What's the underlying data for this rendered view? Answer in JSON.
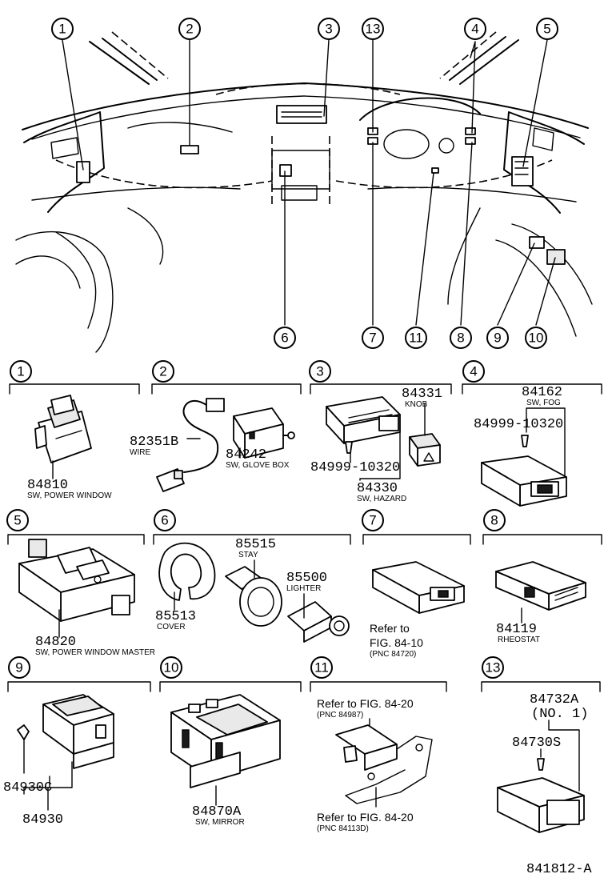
{
  "callouts": {
    "c1": "1",
    "c2": "2",
    "c3": "3",
    "c4": "4",
    "c5": "5",
    "c6": "6",
    "c7": "7",
    "c8": "8",
    "c9": "9",
    "c10": "10",
    "c11": "11",
    "c13": "13"
  },
  "parts": {
    "p84810": "84810",
    "p84810_desc": "SW, POWER WINDOW",
    "p82351b": "82351B",
    "p82351b_desc": "WIRE",
    "p84242": "84242",
    "p84242_desc": "SW, GLOVE BOX",
    "p84331": "84331",
    "p84331_desc": "KNOB",
    "p84999a": "84999-10320",
    "p84330": "84330",
    "p84330_desc": "SW, HAZARD",
    "p84162": "84162",
    "p84162_desc": "SW, FOG",
    "p84999b": "84999-10320",
    "p84820": "84820",
    "p84820_desc": "SW, POWER WINDOW MASTER",
    "p85515": "85515",
    "p85515_desc": "STAY",
    "p85500": "85500",
    "p85500_desc": "LIGHTER",
    "p85513": "85513",
    "p85513_desc": "COVER",
    "p84119": "84119",
    "p84119_desc": "RHEOSTAT",
    "p84930c": "84930C",
    "p84930": "84930",
    "p84870a": "84870A",
    "p84870a_desc": "SW, MIRROR",
    "p84732a": "84732A",
    "p84732a_no": "(NO. 1)",
    "p84730s": "84730S"
  },
  "refs": {
    "r7_line1": "Refer to",
    "r7_line2": "FIG. 84-10",
    "r7_pnc": "(PNC 84720)",
    "r11a": "Refer to FIG. 84-20",
    "r11a_pnc": "(PNC 84987)",
    "r11b": "Refer to FIG. 84-20",
    "r11b_pnc": "(PNC 84113D)"
  },
  "figure_id": "841812-A"
}
